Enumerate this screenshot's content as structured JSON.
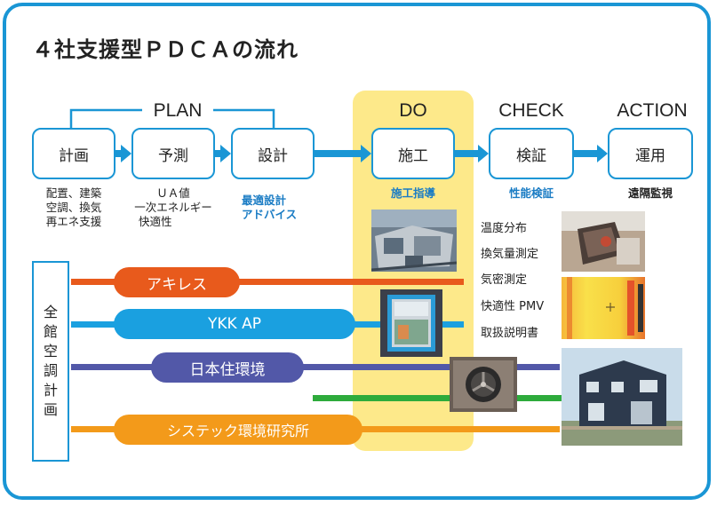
{
  "title": "４社支援型ＰＤＣＡの流れ",
  "phases": {
    "plan": "PLAN",
    "do": "DO",
    "check": "CHECK",
    "action": "ACTION"
  },
  "boxes": {
    "keikaku": "計画",
    "yosoku": "予測",
    "sekkei": "設計",
    "seko": "施工",
    "kensho": "検証",
    "unyo": "運用"
  },
  "notes": {
    "keikaku": [
      "配置、建築",
      "空調、換気",
      "再エネ支援"
    ],
    "yosoku": [
      "ＵＡ値",
      "一次エネルギー",
      "快適性"
    ],
    "sekkei": [
      "最適設計",
      "アドバイス"
    ],
    "seko": "施工指導",
    "kensho": "性能検証",
    "unyo": "遠隔監視"
  },
  "check_items": [
    "温度分布",
    "換気量測定",
    "気密測定",
    "快適性 PMV",
    "取扱説明書"
  ],
  "sidebar_chars": [
    "全",
    "館",
    "空",
    "調",
    "計",
    "画"
  ],
  "companies": {
    "akiresu": "アキレス",
    "ykk": "YKK AP",
    "nihon": "日本住環境",
    "systec": "システック環境研究所"
  },
  "colors": {
    "frame": "#1a96d5",
    "arrow": "#1a96d5",
    "do_band": "#fde98a",
    "akiresu": "#e85a1c",
    "ykk": "#1aa0e0",
    "nihon": "#5258a8",
    "green": "#2eab3c",
    "systec": "#f39a1a"
  }
}
